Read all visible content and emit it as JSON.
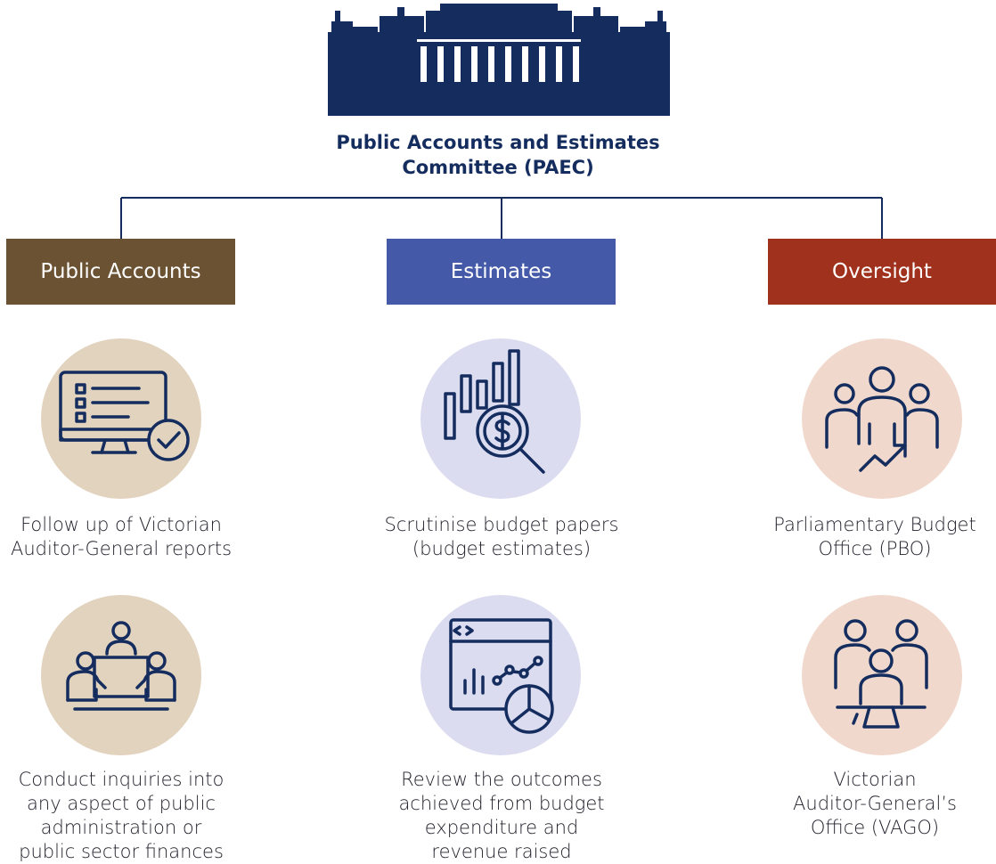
{
  "committee": {
    "title_line1": "Public Accounts and Estimates",
    "title_line2": "Committee (PAEC)"
  },
  "colors": {
    "navy": "#142d5e",
    "public_accounts": "#6b5232",
    "estimates": "#4459a8",
    "oversight": "#a0311c",
    "beige_circle": "#e2d3bf",
    "lavender_circle": "#dcdcf0",
    "pink_circle": "#f0d8cc"
  },
  "columns": [
    {
      "heading": "Public Accounts",
      "items": [
        {
          "icon": "monitor-checklist-icon",
          "caption_lines": [
            "Follow up of Victorian",
            "Auditor-General reports"
          ]
        },
        {
          "icon": "meeting-table-icon",
          "caption_lines": [
            "Conduct inquiries into",
            "any aspect of public",
            "administration or",
            "public sector finances"
          ]
        }
      ]
    },
    {
      "heading": "Estimates",
      "items": [
        {
          "icon": "budget-magnifier-icon",
          "caption_lines": [
            "Scrutinise budget papers",
            "(budget estimates)"
          ]
        },
        {
          "icon": "analytics-dashboard-icon",
          "caption_lines": [
            "Review the outcomes",
            "achieved from budget",
            "expenditure and",
            "revenue raised"
          ]
        }
      ]
    },
    {
      "heading": "Oversight",
      "items": [
        {
          "icon": "team-growth-icon",
          "caption_lines": [
            "Parliamentary Budget",
            "Office (PBO)"
          ]
        },
        {
          "icon": "team-presenter-icon",
          "caption_lines": [
            "Victorian",
            "Auditor-General’s",
            "Office (VAGO)"
          ]
        }
      ]
    }
  ]
}
